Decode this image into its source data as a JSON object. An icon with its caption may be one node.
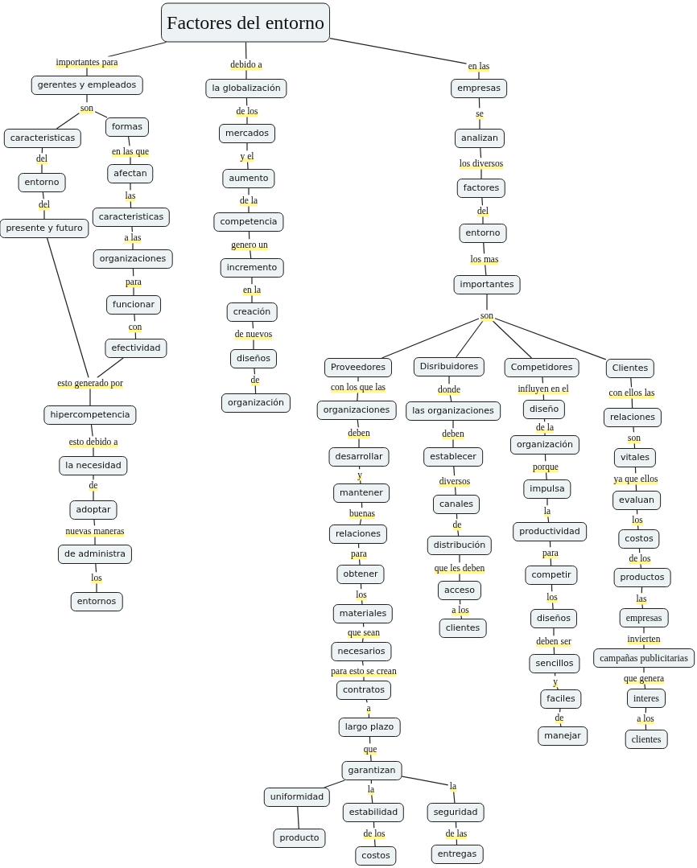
{
  "diagram": {
    "nodes": [
      {
        "text": [
          "Factores del entorno"
        ]
      },
      {
        "text": [
          "gerentes y empleados"
        ]
      },
      {
        "text": [
          "son"
        ]
      },
      {
        "text": [
          "caracteristicas"
        ]
      },
      {
        "text": [
          "formas"
        ]
      },
      {
        "text": [
          "entorno"
        ]
      },
      {
        "text": [
          "presente y futuro"
        ]
      },
      {
        "text": [
          "afectan"
        ]
      },
      {
        "text": [
          "caracteristicas"
        ]
      },
      {
        "text": [
          "organizaciones"
        ]
      },
      {
        "text": [
          "funcionar"
        ]
      },
      {
        "text": [
          "efectividad"
        ]
      },
      {
        "text": [
          "esto generado por"
        ]
      },
      {
        "text": [
          "hipercompetencia"
        ]
      },
      {
        "text": [
          "la necesidad"
        ]
      },
      {
        "text": [
          "adoptar"
        ]
      },
      {
        "text": [
          "de administra"
        ]
      },
      {
        "text": [
          "entornos"
        ]
      },
      {
        "text": [
          "la globalización"
        ]
      },
      {
        "text": [
          "mercados"
        ]
      },
      {
        "text": [
          "aumento"
        ]
      },
      {
        "text": [
          "competencia"
        ]
      },
      {
        "text": [
          "incremento"
        ]
      },
      {
        "text": [
          "creación"
        ]
      },
      {
        "text": [
          "diseños"
        ]
      },
      {
        "text": [
          "organización"
        ]
      },
      {
        "text": [
          "empresas"
        ]
      },
      {
        "text": [
          "analizan"
        ]
      },
      {
        "text": [
          "factores"
        ]
      },
      {
        "text": [
          "entorno"
        ]
      },
      {
        "text": [
          "importantes"
        ]
      },
      {
        "text": [
          "son"
        ]
      },
      {
        "text": [
          "Proveedores"
        ]
      },
      {
        "text": [
          "Disribuidores"
        ]
      },
      {
        "text": [
          "Competidores"
        ]
      },
      {
        "text": [
          "Clientes"
        ]
      },
      {
        "text": [
          "organizaciones"
        ]
      },
      {
        "text": [
          "desarrollar"
        ]
      },
      {
        "text": [
          "mantener"
        ]
      },
      {
        "text": [
          "relaciones"
        ]
      },
      {
        "text": [
          "obtener"
        ]
      },
      {
        "text": [
          "materiales"
        ]
      },
      {
        "text": [
          "necesarios"
        ]
      },
      {
        "text": [
          "contratos"
        ]
      },
      {
        "text": [
          "largo plazo"
        ]
      },
      {
        "text": [
          "garantizan"
        ]
      },
      {
        "text": [
          "uniformidad"
        ]
      },
      {
        "text": [
          "estabilidad"
        ]
      },
      {
        "text": [
          "seguridad"
        ]
      },
      {
        "text": [
          "producto"
        ]
      },
      {
        "text": [
          "costos"
        ]
      },
      {
        "text": [
          "entregas"
        ]
      },
      {
        "text": [
          "las organizaciones"
        ]
      },
      {
        "text": [
          "establecer"
        ]
      },
      {
        "text": [
          "canales"
        ]
      },
      {
        "text": [
          "distribución"
        ]
      },
      {
        "text": [
          "acceso"
        ]
      },
      {
        "text": [
          "clientes"
        ]
      },
      {
        "text": [
          "diseño"
        ]
      },
      {
        "text": [
          "organización"
        ]
      },
      {
        "text": [
          "impulsa"
        ]
      },
      {
        "text": [
          "productividad"
        ]
      },
      {
        "text": [
          "competir"
        ]
      },
      {
        "text": [
          "diseños"
        ]
      },
      {
        "text": [
          "sencillos"
        ]
      },
      {
        "text": [
          "faciles"
        ]
      },
      {
        "text": [
          "manejar"
        ]
      },
      {
        "text": [
          "relaciones"
        ]
      },
      {
        "text": [
          "vitales"
        ]
      },
      {
        "text": [
          "evaluan"
        ]
      },
      {
        "text": [
          "costos"
        ]
      },
      {
        "text": [
          "productos"
        ]
      },
      {
        "text": [
          "empresas"
        ]
      },
      {
        "text": [
          "campañas publicitarias"
        ]
      },
      {
        "text": [
          "interes"
        ]
      },
      {
        "text": [
          "clientes"
        ]
      },
      {
        "text": [
          "importantes para"
        ]
      },
      {
        "text": [
          "debido a"
        ]
      },
      {
        "text": [
          "en las"
        ]
      },
      {
        "text": [
          "del"
        ]
      },
      {
        "text": [
          "del"
        ]
      },
      {
        "text": [
          "en las que"
        ]
      },
      {
        "text": [
          "las"
        ]
      },
      {
        "text": [
          "a las"
        ]
      },
      {
        "text": [
          "para"
        ]
      },
      {
        "text": [
          "con"
        ]
      },
      {
        "text": [
          "esto debido a"
        ]
      },
      {
        "text": [
          "de"
        ]
      },
      {
        "text": [
          "nuevas maneras"
        ]
      },
      {
        "text": [
          "los"
        ]
      },
      {
        "text": [
          "de los"
        ]
      },
      {
        "text": [
          "y el"
        ]
      },
      {
        "text": [
          "de la"
        ]
      },
      {
        "text": [
          "genero un"
        ]
      },
      {
        "text": [
          "en la"
        ]
      },
      {
        "text": [
          "de nuevos"
        ]
      },
      {
        "text": [
          "de"
        ]
      },
      {
        "text": [
          "se"
        ]
      },
      {
        "text": [
          "los diversos"
        ]
      },
      {
        "text": [
          "del"
        ]
      },
      {
        "text": [
          "los mas"
        ]
      },
      {
        "text": [
          "con los que las"
        ]
      },
      {
        "text": [
          "deben"
        ]
      },
      {
        "text": [
          "y"
        ]
      },
      {
        "text": [
          "buenas"
        ]
      },
      {
        "text": [
          "para"
        ]
      },
      {
        "text": [
          "los"
        ]
      },
      {
        "text": [
          "que sean"
        ]
      },
      {
        "text": [
          "para esto se crean"
        ]
      },
      {
        "text": [
          "a"
        ]
      },
      {
        "text": [
          "que"
        ]
      },
      {
        "text": [
          "la"
        ]
      },
      {
        "text": [
          "la"
        ]
      },
      {
        "text": [
          "de los"
        ]
      },
      {
        "text": [
          "de las"
        ]
      },
      {
        "text": [
          "donde"
        ]
      },
      {
        "text": [
          "deben"
        ]
      },
      {
        "text": [
          "diversos"
        ]
      },
      {
        "text": [
          "de"
        ]
      },
      {
        "text": [
          "que les deben"
        ]
      },
      {
        "text": [
          "a los"
        ]
      },
      {
        "text": [
          "influyen en el"
        ]
      },
      {
        "text": [
          "de la"
        ]
      },
      {
        "text": [
          "porque"
        ]
      },
      {
        "text": [
          "la"
        ]
      },
      {
        "text": [
          "para"
        ]
      },
      {
        "text": [
          "los"
        ]
      },
      {
        "text": [
          "deben ser"
        ]
      },
      {
        "text": [
          "y"
        ]
      },
      {
        "text": [
          "de"
        ]
      },
      {
        "text": [
          "con ellos las"
        ]
      },
      {
        "text": [
          "son"
        ]
      },
      {
        "text": [
          "ya que ellos"
        ]
      },
      {
        "text": [
          "los"
        ]
      },
      {
        "text": [
          "de los"
        ]
      },
      {
        "text": [
          "las"
        ]
      },
      {
        "text": [
          "invierten"
        ]
      },
      {
        "text": [
          "que genera"
        ]
      },
      {
        "text": [
          "a los"
        ]
      }
    ],
    "edges": [
      {
        "from": 1,
        "to": 2,
        "arrow": "none"
      },
      {
        "from": 2,
        "to": 3,
        "arrow": "none"
      },
      {
        "from": 2,
        "to": 4,
        "arrow": "none"
      },
      {
        "from": 6,
        "to": 12,
        "arrow": "none"
      },
      {
        "from": 11,
        "to": 12,
        "arrow": "none"
      },
      {
        "from": 12,
        "to": 13,
        "arrow": "none"
      },
      {
        "from": 30,
        "to": 31,
        "arrow": "none"
      },
      {
        "from": 31,
        "to": 32,
        "arrow": "none"
      },
      {
        "from": 31,
        "to": 33,
        "arrow": "none"
      },
      {
        "from": 31,
        "to": 34,
        "arrow": "none"
      },
      {
        "from": 31,
        "to": 35,
        "arrow": "none"
      },
      {
        "from": 45,
        "to": 46,
        "arrow": "none"
      },
      {
        "from": 46,
        "to": 49,
        "arrow": "none"
      },
      {
        "from": 0,
        "to": 76,
        "arrow": "none"
      },
      {
        "from": 76,
        "to": 1,
        "arrow": "none"
      },
      {
        "from": 0,
        "to": 77,
        "arrow": "none"
      },
      {
        "from": 77,
        "to": 18,
        "arrow": "none"
      },
      {
        "from": 0,
        "to": 78,
        "arrow": "none"
      },
      {
        "from": 78,
        "to": 26,
        "arrow": "none"
      },
      {
        "from": 3,
        "to": 79,
        "arrow": "none"
      },
      {
        "from": 79,
        "to": 5,
        "arrow": "none"
      },
      {
        "from": 5,
        "to": 80,
        "arrow": "none"
      },
      {
        "from": 80,
        "to": 6,
        "arrow": "none"
      },
      {
        "from": 4,
        "to": 81,
        "arrow": "none"
      },
      {
        "from": 81,
        "to": 7,
        "arrow": "none"
      },
      {
        "from": 7,
        "to": 82,
        "arrow": "none"
      },
      {
        "from": 82,
        "to": 8,
        "arrow": "none"
      },
      {
        "from": 8,
        "to": 83,
        "arrow": "none"
      },
      {
        "from": 83,
        "to": 9,
        "arrow": "none"
      },
      {
        "from": 9,
        "to": 84,
        "arrow": "none"
      },
      {
        "from": 84,
        "to": 10,
        "arrow": "none"
      },
      {
        "from": 10,
        "to": 85,
        "arrow": "none"
      },
      {
        "from": 85,
        "to": 11,
        "arrow": "none"
      },
      {
        "from": 13,
        "to": 86,
        "arrow": "none"
      },
      {
        "from": 86,
        "to": 14,
        "arrow": "none"
      },
      {
        "from": 14,
        "to": 87,
        "arrow": "none"
      },
      {
        "from": 87,
        "to": 15,
        "arrow": "none"
      },
      {
        "from": 15,
        "to": 88,
        "arrow": "none"
      },
      {
        "from": 88,
        "to": 16,
        "arrow": "none"
      },
      {
        "from": 16,
        "to": 89,
        "arrow": "none"
      },
      {
        "from": 89,
        "to": 17,
        "arrow": "none"
      },
      {
        "from": 18,
        "to": 90,
        "arrow": "none"
      },
      {
        "from": 90,
        "to": 19,
        "arrow": "none"
      },
      {
        "from": 19,
        "to": 91,
        "arrow": "none"
      },
      {
        "from": 91,
        "to": 20,
        "arrow": "none"
      },
      {
        "from": 20,
        "to": 92,
        "arrow": "none"
      },
      {
        "from": 92,
        "to": 21,
        "arrow": "none"
      },
      {
        "from": 21,
        "to": 93,
        "arrow": "none"
      },
      {
        "from": 93,
        "to": 22,
        "arrow": "none"
      },
      {
        "from": 22,
        "to": 94,
        "arrow": "none"
      },
      {
        "from": 94,
        "to": 23,
        "arrow": "none"
      },
      {
        "from": 23,
        "to": 95,
        "arrow": "none"
      },
      {
        "from": 95,
        "to": 24,
        "arrow": "none"
      },
      {
        "from": 24,
        "to": 96,
        "arrow": "none"
      },
      {
        "from": 96,
        "to": 25,
        "arrow": "none"
      },
      {
        "from": 26,
        "to": 97,
        "arrow": "none"
      },
      {
        "from": 97,
        "to": 27,
        "arrow": "none"
      },
      {
        "from": 27,
        "to": 98,
        "arrow": "none"
      },
      {
        "from": 98,
        "to": 28,
        "arrow": "none"
      },
      {
        "from": 28,
        "to": 99,
        "arrow": "none"
      },
      {
        "from": 99,
        "to": 29,
        "arrow": "none"
      },
      {
        "from": 29,
        "to": 100,
        "arrow": "none"
      },
      {
        "from": 100,
        "to": 30,
        "arrow": "none"
      },
      {
        "from": 32,
        "to": 101,
        "arrow": "none"
      },
      {
        "from": 101,
        "to": 36,
        "arrow": "none"
      },
      {
        "from": 36,
        "to": 102,
        "arrow": "none"
      },
      {
        "from": 102,
        "to": 37,
        "arrow": "none"
      },
      {
        "from": 37,
        "to": 103,
        "arrow": "none"
      },
      {
        "from": 103,
        "to": 38,
        "arrow": "none"
      },
      {
        "from": 38,
        "to": 104,
        "arrow": "none"
      },
      {
        "from": 104,
        "to": 39,
        "arrow": "none"
      },
      {
        "from": 39,
        "to": 105,
        "arrow": "none"
      },
      {
        "from": 105,
        "to": 40,
        "arrow": "none"
      },
      {
        "from": 40,
        "to": 106,
        "arrow": "none"
      },
      {
        "from": 106,
        "to": 41,
        "arrow": "none"
      },
      {
        "from": 41,
        "to": 107,
        "arrow": "none"
      },
      {
        "from": 107,
        "to": 42,
        "arrow": "none"
      },
      {
        "from": 42,
        "to": 108,
        "arrow": "none"
      },
      {
        "from": 108,
        "to": 43,
        "arrow": "none"
      },
      {
        "from": 43,
        "to": 109,
        "arrow": "none"
      },
      {
        "from": 109,
        "to": 44,
        "arrow": "none"
      },
      {
        "from": 44,
        "to": 110,
        "arrow": "none"
      },
      {
        "from": 110,
        "to": 45,
        "arrow": "none"
      },
      {
        "from": 45,
        "to": 111,
        "arrow": "none"
      },
      {
        "from": 111,
        "to": 47,
        "arrow": "none"
      },
      {
        "from": 45,
        "to": 112,
        "arrow": "none"
      },
      {
        "from": 112,
        "to": 48,
        "arrow": "none"
      },
      {
        "from": 47,
        "to": 113,
        "arrow": "none"
      },
      {
        "from": 113,
        "to": 50,
        "arrow": "none"
      },
      {
        "from": 48,
        "to": 114,
        "arrow": "none"
      },
      {
        "from": 114,
        "to": 51,
        "arrow": "none"
      },
      {
        "from": 33,
        "to": 115,
        "arrow": "none"
      },
      {
        "from": 115,
        "to": 52,
        "arrow": "none"
      },
      {
        "from": 52,
        "to": 116,
        "arrow": "none"
      },
      {
        "from": 116,
        "to": 53,
        "arrow": "none"
      },
      {
        "from": 53,
        "to": 117,
        "arrow": "none"
      },
      {
        "from": 117,
        "to": 54,
        "arrow": "none"
      },
      {
        "from": 54,
        "to": 118,
        "arrow": "none"
      },
      {
        "from": 118,
        "to": 55,
        "arrow": "none"
      },
      {
        "from": 55,
        "to": 119,
        "arrow": "none"
      },
      {
        "from": 119,
        "to": 56,
        "arrow": "none"
      },
      {
        "from": 56,
        "to": 120,
        "arrow": "none"
      },
      {
        "from": 120,
        "to": 57,
        "arrow": "none"
      },
      {
        "from": 34,
        "to": 121,
        "arrow": "none"
      },
      {
        "from": 121,
        "to": 58,
        "arrow": "none"
      },
      {
        "from": 58,
        "to": 122,
        "arrow": "none"
      },
      {
        "from": 122,
        "to": 59,
        "arrow": "none"
      },
      {
        "from": 59,
        "to": 123,
        "arrow": "none"
      },
      {
        "from": 123,
        "to": 60,
        "arrow": "none"
      },
      {
        "from": 60,
        "to": 124,
        "arrow": "none"
      },
      {
        "from": 124,
        "to": 61,
        "arrow": "none"
      },
      {
        "from": 61,
        "to": 125,
        "arrow": "none"
      },
      {
        "from": 125,
        "to": 62,
        "arrow": "none"
      },
      {
        "from": 62,
        "to": 126,
        "arrow": "none"
      },
      {
        "from": 126,
        "to": 63,
        "arrow": "none"
      },
      {
        "from": 63,
        "to": 127,
        "arrow": "none"
      },
      {
        "from": 127,
        "to": 64,
        "arrow": "none"
      },
      {
        "from": 64,
        "to": 128,
        "arrow": "none"
      },
      {
        "from": 128,
        "to": 65,
        "arrow": "none"
      },
      {
        "from": 65,
        "to": 129,
        "arrow": "none"
      },
      {
        "from": 129,
        "to": 66,
        "arrow": "none"
      },
      {
        "from": 35,
        "to": 130,
        "arrow": "none"
      },
      {
        "from": 130,
        "to": 67,
        "arrow": "none"
      },
      {
        "from": 67,
        "to": 131,
        "arrow": "none"
      },
      {
        "from": 131,
        "to": 68,
        "arrow": "none"
      },
      {
        "from": 68,
        "to": 132,
        "arrow": "none"
      },
      {
        "from": 132,
        "to": 69,
        "arrow": "none"
      },
      {
        "from": 69,
        "to": 133,
        "arrow": "none"
      },
      {
        "from": 133,
        "to": 70,
        "arrow": "none"
      },
      {
        "from": 70,
        "to": 134,
        "arrow": "none"
      },
      {
        "from": 134,
        "to": 71,
        "arrow": "none"
      },
      {
        "from": 71,
        "to": 135,
        "arrow": "none"
      },
      {
        "from": 135,
        "to": 72,
        "arrow": "none"
      },
      {
        "from": 72,
        "to": 136,
        "arrow": "none"
      },
      {
        "from": 136,
        "to": 73,
        "arrow": "none"
      },
      {
        "from": 73,
        "to": 137,
        "arrow": "none"
      },
      {
        "from": 137,
        "to": 74,
        "arrow": "none"
      },
      {
        "from": 74,
        "to": 138,
        "arrow": "none"
      },
      {
        "from": 138,
        "to": 75,
        "arrow": "none"
      }
    ]
  }
}
